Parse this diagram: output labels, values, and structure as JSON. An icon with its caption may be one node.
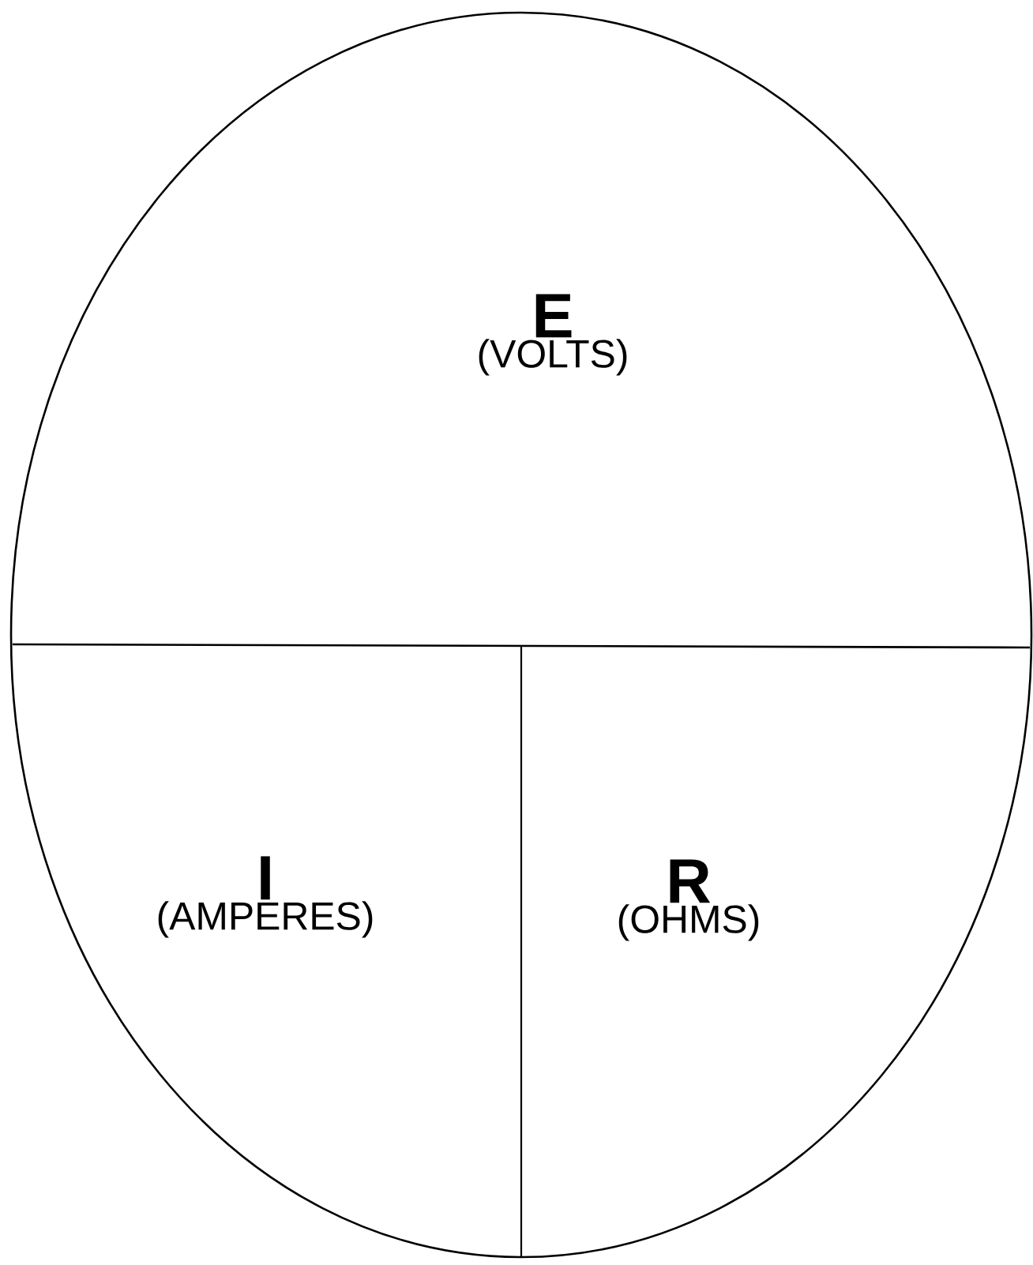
{
  "diagram": {
    "nodes": [
      {
        "text": [
          "E",
          "(VOLTS)"
        ]
      },
      {
        "text": [
          "I",
          "(AMPERES)"
        ]
      },
      {
        "text": [
          "R",
          "(OHMS)"
        ]
      }
    ]
  }
}
